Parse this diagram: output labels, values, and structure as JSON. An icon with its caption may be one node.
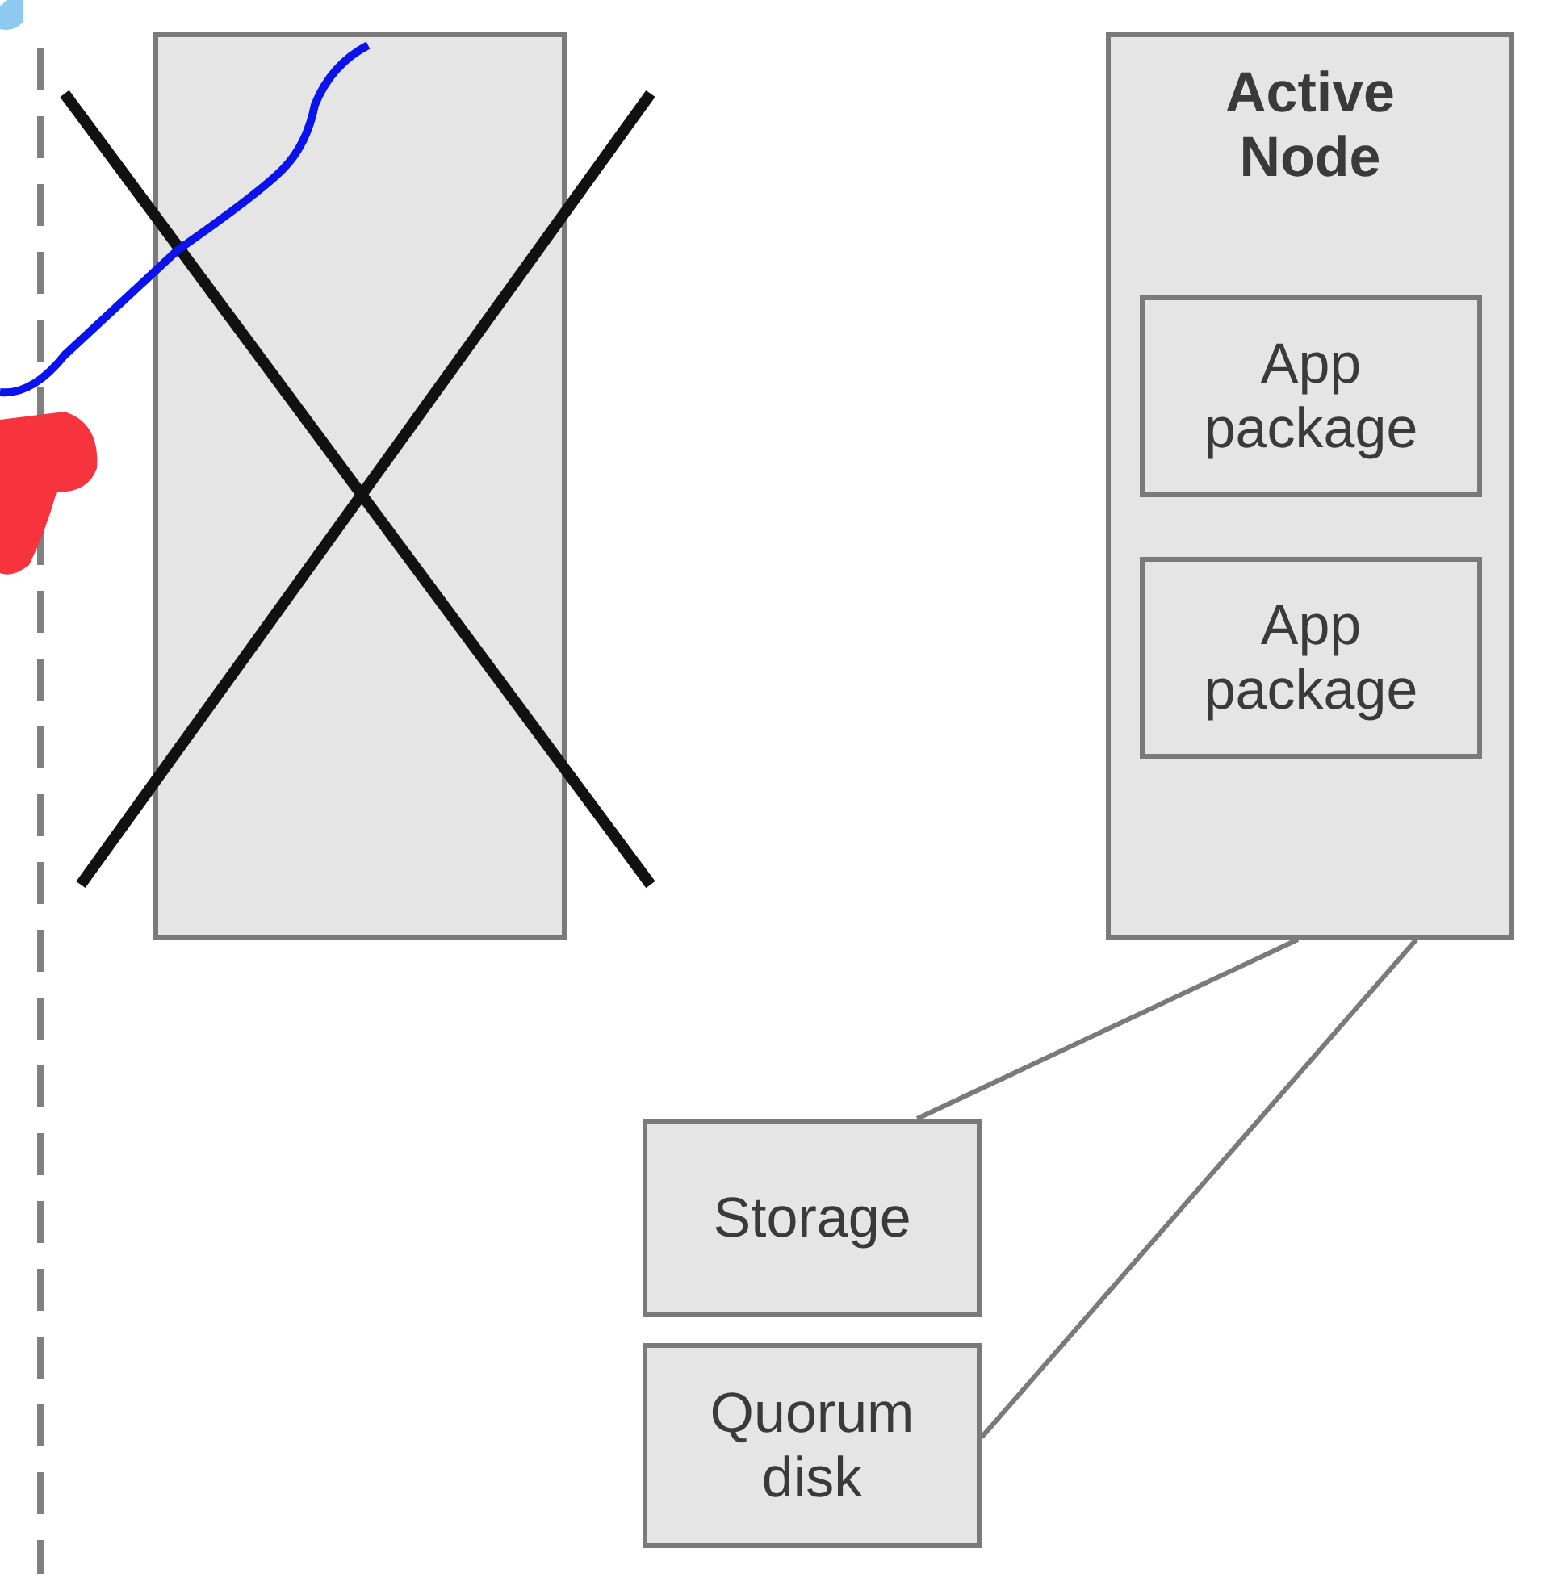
{
  "diagram": {
    "nodes": [
      {
        "text": [],
        "shape": "box"
      },
      {
        "text": [
          "Active Node"
        ]
      },
      {
        "text": [
          "App package"
        ],
        "in": 1
      },
      {
        "text": [
          "App package"
        ],
        "in": 1
      },
      {
        "text": [
          "Storage"
        ]
      },
      {
        "text": [
          "Quorum disk"
        ]
      }
    ],
    "edges": [
      {
        "from": 1,
        "to": 4,
        "arrow": "none"
      },
      {
        "from": 1,
        "to": 5,
        "arrow": "none"
      }
    ]
  }
}
